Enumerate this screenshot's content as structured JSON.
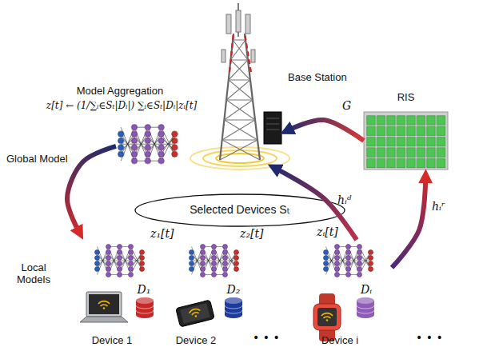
{
  "diagram": {
    "nodes": [
      {
        "text": [
          "Base Station"
        ]
      },
      {
        "text": [
          "RIS"
        ]
      },
      {
        "text": [
          "Model Aggregation",
          "z[t] ← (1/∑ᵢ∈Sₜ|Dᵢ|) ∑ᵢ∈Sₜ|Dᵢ|zᵢ[t]"
        ]
      },
      {
        "text": [
          "Selected Devices Sₜ"
        ]
      },
      {
        "text": [
          "Device 1",
          "D₁"
        ]
      },
      {
        "text": [
          "Device 2",
          "D₂"
        ]
      },
      {
        "text": [
          "Device i",
          "Dᵢ"
        ]
      }
    ],
    "edges": [
      {
        "from": 1,
        "to": 0,
        "label": "G",
        "arrow": "to"
      },
      {
        "from": 6,
        "to": 0,
        "label": "hᵢᵈ",
        "arrow": "to"
      },
      {
        "from": 6,
        "to": 1,
        "label": "hᵢʳ",
        "arrow": "to"
      },
      {
        "from": 2,
        "to": 4,
        "label": "Global Model",
        "arrow": "to"
      }
    ],
    "labels": [
      "Local Models",
      "z₁[t]",
      "z₂[t]",
      "zᵢ[t]",
      "• • •",
      "• • •"
    ]
  }
}
